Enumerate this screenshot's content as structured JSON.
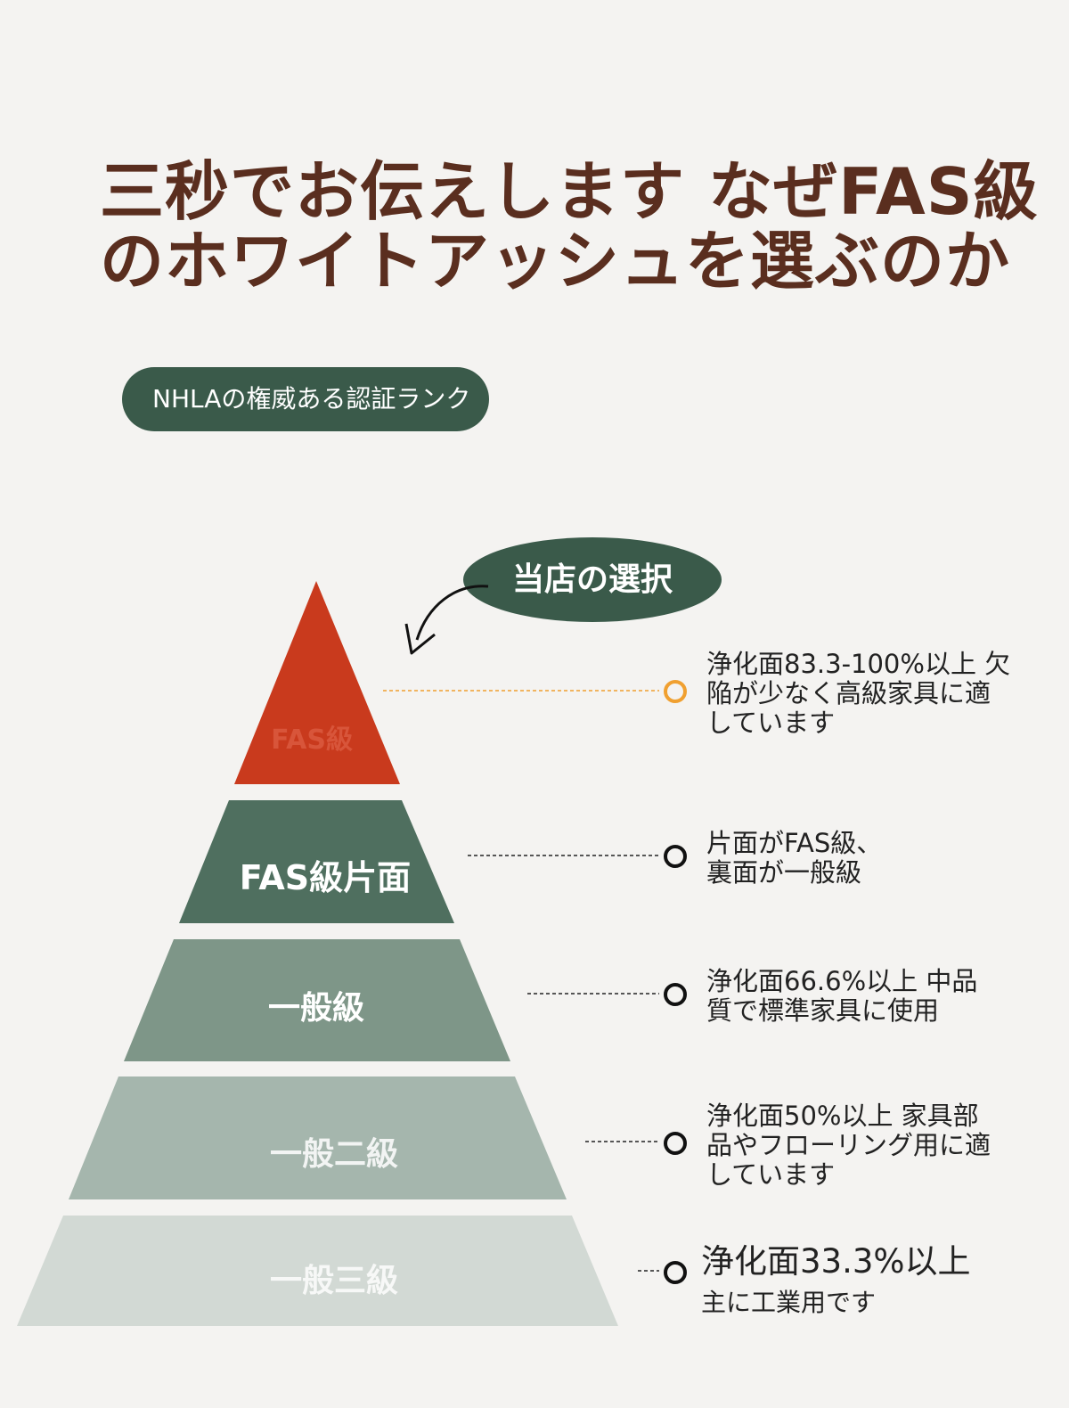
{
  "title": {
    "line1": "三秒でお伝えします なぜFAS級",
    "line2": "のホワイトアッシュを選ぶのか"
  },
  "badge": {
    "text": "NHLAの権威ある認証ランク"
  },
  "choice": {
    "text": "当店の選択"
  },
  "colors": {
    "title": "#5a2e1f",
    "badge": "#3a5a4a",
    "fas": "#c93a1d",
    "fas_one_face": "#4f6f5f",
    "common1": "#7e9688",
    "common2": "#a5b6ad",
    "common3": "#d2d9d4",
    "highlight_marker": "#f0a030"
  },
  "pyramid": [
    {
      "label": "FAS級",
      "desc_line1": "浄化面83.3-100%以上 欠",
      "desc_line2": "陥が少なく高級家具に適",
      "desc_line3": "しています"
    },
    {
      "label": "FAS級片面",
      "desc_line1": "片面がFAS級、",
      "desc_line2": "裏面が一般級"
    },
    {
      "label": "一般級",
      "desc_line1": "浄化面66.6%以上 中品",
      "desc_line2": "質で標準家具に使用"
    },
    {
      "label": "一般二級",
      "desc_line1": "浄化面50%以上 家具部",
      "desc_line2": "品やフローリング用に適",
      "desc_line3": "しています"
    },
    {
      "label": "一般三級",
      "desc_line1": "浄化面33.3%以上",
      "desc_line2": "主に工業用です"
    }
  ]
}
